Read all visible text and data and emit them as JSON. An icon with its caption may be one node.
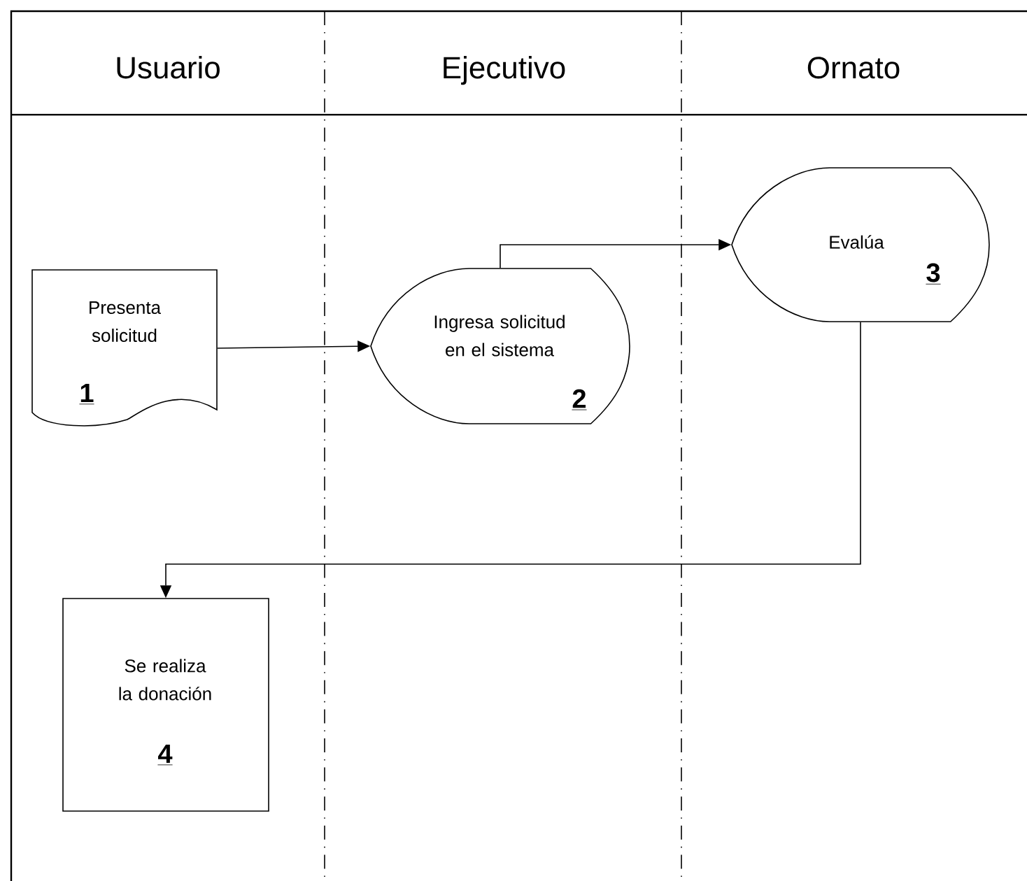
{
  "diagram": {
    "nodes": [
      {
        "text": [
          "Presenta solicitud",
          "1"
        ]
      },
      {
        "text": [
          "Ingresa solicitud en el sistema",
          "2"
        ]
      },
      {
        "text": [
          "Evalúa",
          "3"
        ]
      },
      {
        "text": [
          "Se realiza la donación",
          "4"
        ]
      }
    ],
    "edges": [
      {
        "from": 0,
        "to": 1,
        "arrow": "to"
      },
      {
        "from": 1,
        "to": 2,
        "arrow": "to"
      },
      {
        "from": 2,
        "to": 3,
        "arrow": "to"
      }
    ],
    "labels": [
      "Usuario",
      "Ejecutivo",
      "Ornato"
    ]
  }
}
